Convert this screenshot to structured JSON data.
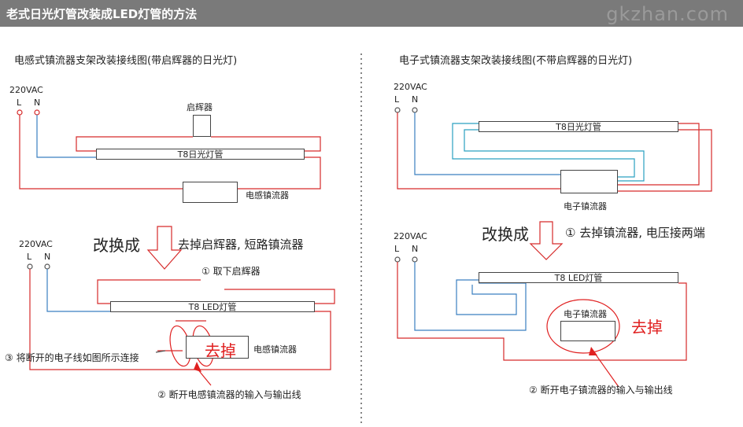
{
  "header": {
    "title": "老式日光灯管改装成LED灯管的方法",
    "watermark": "gkzhan.com"
  },
  "left": {
    "title": "电感式镇流器支架改装接线图(带启辉器的日光灯)",
    "top": {
      "voltage": "220VAC",
      "L": "L",
      "N": "N",
      "starter": "启辉器",
      "tube": "T8日光灯管",
      "ballast": "电感镇流器"
    },
    "change_label": "改换成",
    "change_desc": "去掉启辉器, 短路镇流器",
    "bottom": {
      "voltage": "220VAC",
      "L": "L",
      "N": "N",
      "tube": "T8  LED灯管",
      "ballast": "电感镇流器",
      "remove": "去掉",
      "step1": "① 取下启辉器",
      "step2": "② 断开电感镇流器的输入与输出线",
      "step3": "③ 将断开的电子线如图所示连接"
    }
  },
  "right": {
    "title": "电子式镇流器支架改装接线图(不带启辉器的日光灯)",
    "top": {
      "voltage": "220VAC",
      "L": "L",
      "N": "N",
      "tube": "T8日光灯管",
      "ballast": "电子镇流器"
    },
    "change_label": "改换成",
    "change_desc": "① 去掉镇流器, 电压接两端",
    "bottom": {
      "voltage": "220VAC",
      "L": "L",
      "N": "N",
      "tube": "T8  LED灯管",
      "ballast": "电子镇流器",
      "remove": "去掉",
      "step2": "② 断开电子镇流器的输入与输出线"
    }
  },
  "colors": {
    "red_wire": "#d62a2a",
    "blue_wire": "#3a7fc0",
    "cyan_wire": "#2aa0c0",
    "highlight": "#e02020",
    "header_bg": "#7a7a7a"
  }
}
